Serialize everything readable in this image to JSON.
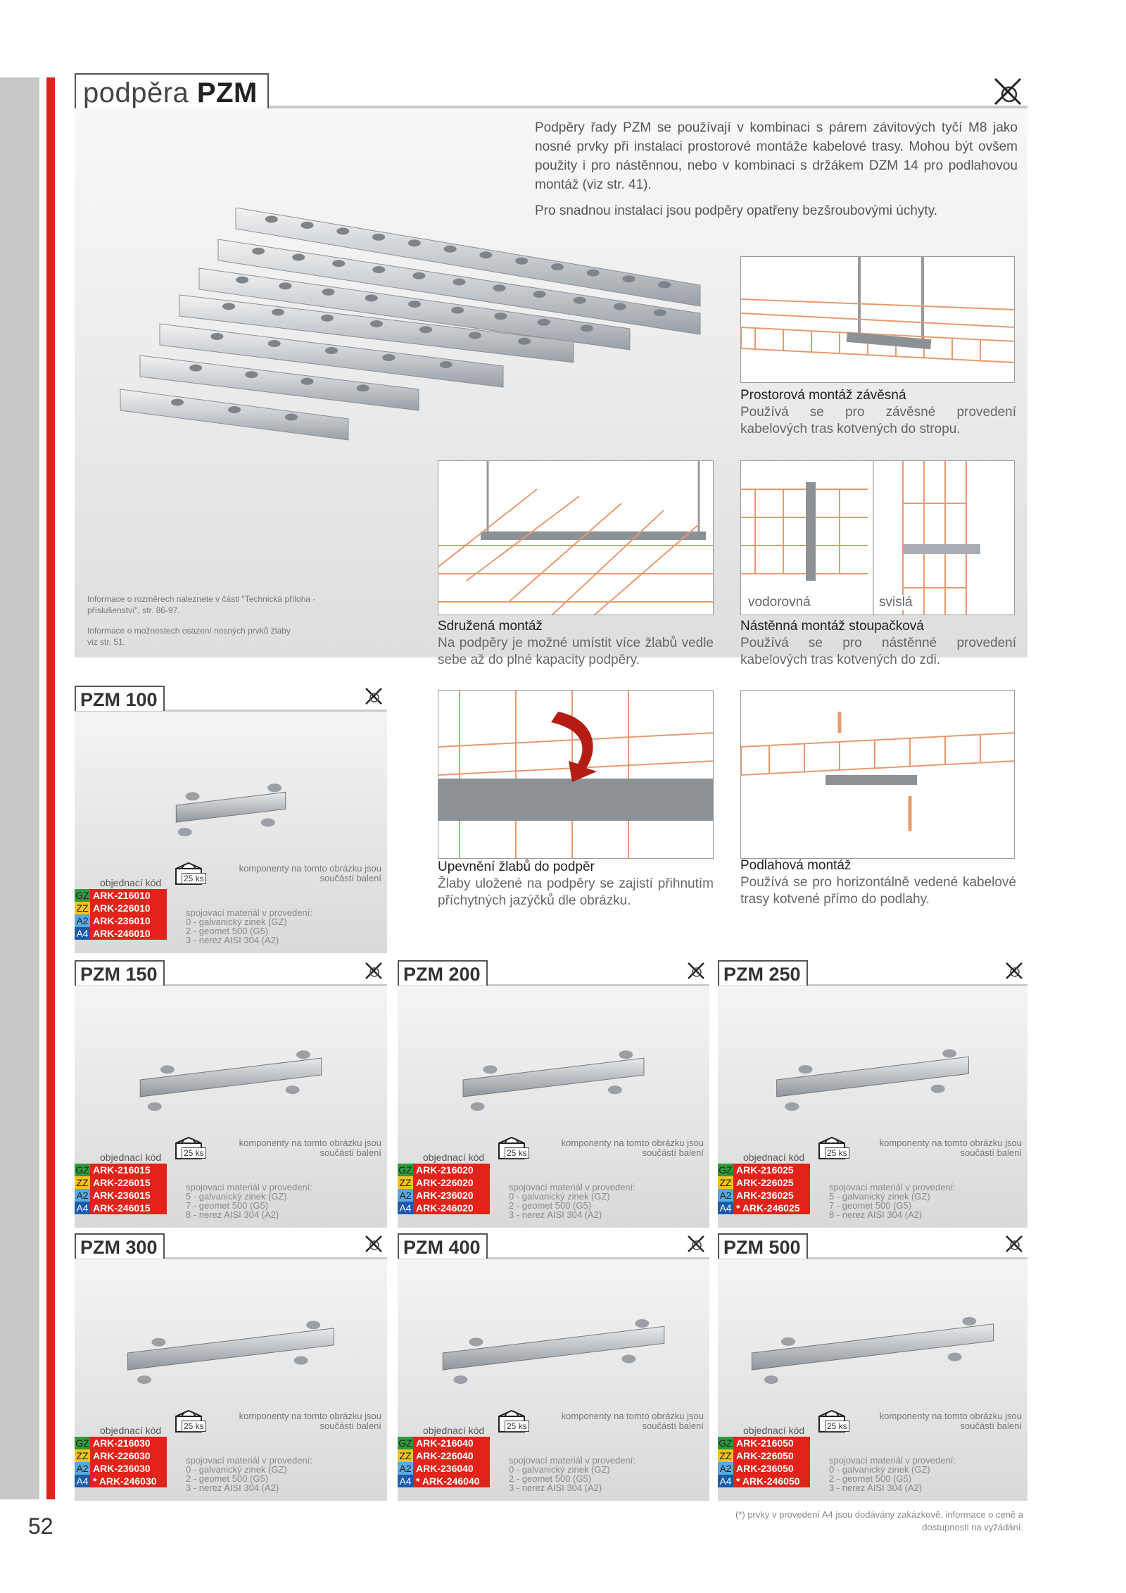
{
  "header": {
    "title_light": "podpěra ",
    "title_bold": "PZM"
  },
  "intro": {
    "p1": "Podpěry řady PZM se používají v kombinaci s párem závitových tyčí M8 jako nosné prvky při instalaci prostorové montáže kabelové trasy. Mohou být ovšem použity i pro nástěnnou, nebo v kombinaci s držákem DZM 14 pro podlahovou montáž (viz str. 41).",
    "p2": "Pro snadnou instalaci jsou podpěry opatřeny bezšroubovými úchyty."
  },
  "notes": {
    "n1": "Informace o rozměrech naleznete v části \"Technická příloha - příslušenství\", str. 86-97.",
    "n2": "Informace o možnostech osazení nosných prvků žlaby viz str. 51."
  },
  "illustrations": {
    "suspended": {
      "title": "Prostorová montáž závěsná",
      "text": "Používá se pro závěsné provedení kabelových tras kotvených do stropu."
    },
    "combined": {
      "title": "Sdružená montáž",
      "text": "Na podpěry je možné umístit více žlabů vedle sebe až do plné kapacity podpěry."
    },
    "wall": {
      "title": "Nástěnná montáž stoupačková",
      "text": "Používá se pro nástěnné provedení kabelových tras kotvených do zdi.",
      "label_h": "vodorovná",
      "label_v": "svislá"
    },
    "fixing": {
      "title": "Upevnění žlabů do podpěr",
      "text": "Žlaby uložené na podpěry se zajistí přihnutím příchytných jazýčků dle obrázku."
    },
    "floor": {
      "title": "Podlahová montáž",
      "text": "Používá se pro horizontálně vedené kabelové trasy kotvené přímo do podlahy."
    }
  },
  "common": {
    "order_code_label": "objednací kód",
    "package_label": "25 ks",
    "components_note": "komponenty na tomto obrázku jsou součástí balení",
    "material_title": "spojovací materiál v provedení:",
    "prefixes": [
      "GZ",
      "ZZ",
      "A2",
      "A4"
    ]
  },
  "products": [
    {
      "name": "PZM 100",
      "codes": [
        "ARK-216010",
        "ARK-226010",
        "ARK-236010",
        "ARK-246010"
      ],
      "materials": [
        "0 - galvanický zinek (GZ)",
        "2 - geomet 500 (G5)",
        "3 - nerez AISI 304 (A2)"
      ]
    },
    {
      "name": "PZM 150",
      "codes": [
        "ARK-216015",
        "ARK-226015",
        "ARK-236015",
        "ARK-246015"
      ],
      "materials": [
        "5 - galvanický zinek (GZ)",
        "7 - geomet 500 (G5)",
        "8 - nerez AISI 304 (A2)"
      ]
    },
    {
      "name": "PZM 200",
      "codes": [
        "ARK-216020",
        "ARK-226020",
        "ARK-236020",
        "ARK-246020"
      ],
      "materials": [
        "0 - galvanický zinek (GZ)",
        "2 - geomet 500 (G5)",
        "3 - nerez AISI 304 (A2)"
      ]
    },
    {
      "name": "PZM 250",
      "codes": [
        "ARK-216025",
        "ARK-226025",
        "ARK-236025",
        "* ARK-246025"
      ],
      "materials": [
        "5 - galvanický zinek (GZ)",
        "7 - geomet 500 (G5)",
        "8 - nerez AISI 304 (A2)"
      ]
    },
    {
      "name": "PZM 300",
      "codes": [
        "ARK-216030",
        "ARK-226030",
        "ARK-236030",
        "* ARK-246030"
      ],
      "materials": [
        "0 - galvanický zinek (GZ)",
        "2 - geomet 500 (G5)",
        "3 - nerez AISI 304 (A2)"
      ]
    },
    {
      "name": "PZM 400",
      "codes": [
        "ARK-216040",
        "ARK-226040",
        "ARK-236040",
        "* ARK-246040"
      ],
      "materials": [
        "0 - galvanický zinek (GZ)",
        "2 - geomet 500 (G5)",
        "3 - nerez AISI 304 (A2)"
      ]
    },
    {
      "name": "PZM 500",
      "codes": [
        "ARK-216050",
        "ARK-226050",
        "ARK-236050",
        "* ARK-246050"
      ],
      "materials": [
        "0 - galvanický zinek (GZ)",
        "2 - geomet 500 (G5)",
        "3 - nerez AISI 304 (A2)"
      ]
    }
  ],
  "colors": {
    "GZ": "#2e9a3c",
    "ZZ": "#f4c21c",
    "A2": "#5aa8dc",
    "A4": "#1c5aa8",
    "accent": "#e2231a"
  },
  "page_number": "52",
  "footnote": "(*) prvky v provedení A4 jsou dodávány zakázkově, informace o ceně a dostupnosti na vyžádání."
}
